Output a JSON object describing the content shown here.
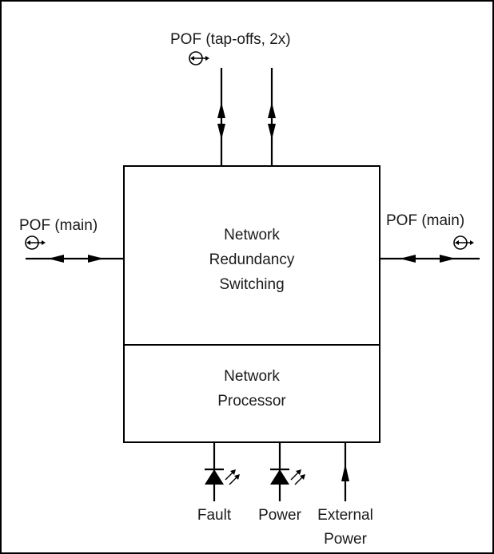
{
  "labels": {
    "pof_tapoffs": "POF (tap-offs, 2x)",
    "pof_main_left": "POF (main)",
    "pof_main_right": "POF (main)",
    "block_top_line1": "Network",
    "block_top_line2": "Redundancy",
    "block_top_line3": "Switching",
    "block_bottom_line1": "Network",
    "block_bottom_line2": "Processor",
    "fault": "Fault",
    "power": "Power",
    "external_power_line1": "External",
    "external_power_line2": "Power"
  },
  "icons": {
    "pof_connector": "fiber-connector-icon",
    "led": "led-diode-icon"
  },
  "colors": {
    "stroke": "#000000",
    "text": "#1a1a1a",
    "background": "#ffffff"
  }
}
